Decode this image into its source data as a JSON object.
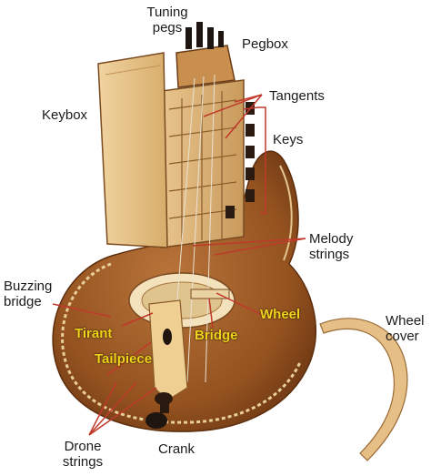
{
  "diagram": {
    "labels": {
      "tuning_pegs": "Tuning\npegs",
      "pegbox": "Pegbox",
      "tangents": "Tangents",
      "keybox": "Keybox",
      "keys": "Keys",
      "melody_strings": "Melody\nstrings",
      "buzzing_bridge": "Buzzing\nbridge",
      "wheel_cover": "Wheel\ncover",
      "tirant": "Tirant",
      "bridge": "Bridge",
      "wheel": "Wheel",
      "tailpiece": "Tailpiece",
      "drone_strings": "Drone\nstrings",
      "crank": "Crank"
    },
    "colors": {
      "leader_line": "#c0392b",
      "on_photo_label": "#f2d21b",
      "wood_light": "#d9a86b",
      "wood_dark": "#8a4e22",
      "background": "#ffffff"
    }
  }
}
